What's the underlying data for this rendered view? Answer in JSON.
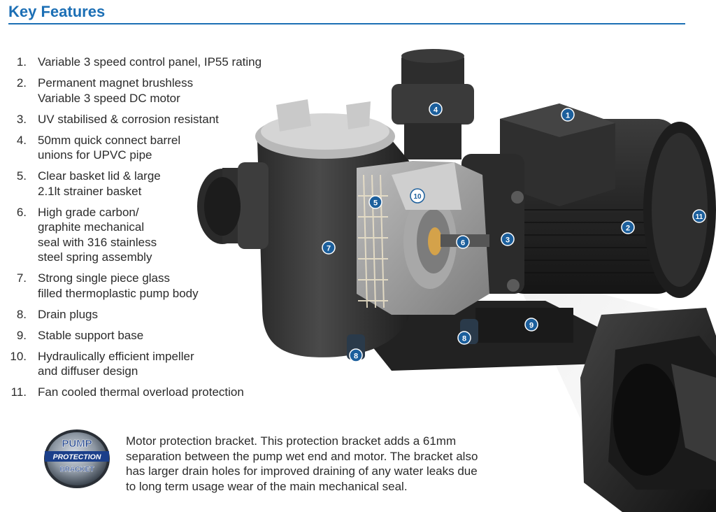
{
  "title": "Key Features",
  "features": [
    {
      "num": "1.",
      "lines": [
        "Variable 3 speed control panel, IP55 rating"
      ]
    },
    {
      "num": "2.",
      "lines": [
        "Permanent magnet brushless",
        "Variable 3 speed DC motor"
      ]
    },
    {
      "num": "3.",
      "lines": [
        "UV stabilised & corrosion resistant"
      ]
    },
    {
      "num": "4.",
      "lines": [
        "50mm quick connect barrel",
        "unions for UPVC pipe"
      ]
    },
    {
      "num": "5.",
      "lines": [
        "Clear basket lid & large",
        "2.1lt strainer basket"
      ]
    },
    {
      "num": "6.",
      "lines": [
        "High grade carbon/",
        "graphite mechanical",
        "seal with 316 stainless",
        "steel spring assembly"
      ]
    },
    {
      "num": "7.",
      "lines": [
        "Strong single piece glass",
        "filled thermoplastic pump body"
      ]
    },
    {
      "num": "8.",
      "lines": [
        "Drain plugs"
      ]
    },
    {
      "num": "9.",
      "lines": [
        "Stable support base"
      ]
    },
    {
      "num": "10.",
      "lines": [
        "Hydraulically efficient impeller",
        "and diffuser design"
      ]
    },
    {
      "num": "11.",
      "lines": [
        "Fan cooled thermal overload protection"
      ]
    }
  ],
  "callouts": {
    "c1": "1",
    "c2": "2",
    "c3": "3",
    "c4": "4",
    "c5": "5",
    "c6": "6",
    "c7": "7",
    "c8a": "8",
    "c8b": "8",
    "c9": "9",
    "c10": "10",
    "c11": "11"
  },
  "badge": {
    "line1": "PUMP",
    "line2": "PROTECTION",
    "line3": "BRACKET"
  },
  "description": {
    "lines": [
      "Motor protection bracket. This protection bracket adds a 61mm",
      "separation between the pump wet end and motor. The bracket also",
      "has larger drain holes for improved draining of any water leaks due",
      "to long term usage wear of the main mechanical seal."
    ]
  },
  "colors": {
    "accent": "#1c6fb5",
    "callout_fill": "#1c5f9c"
  }
}
